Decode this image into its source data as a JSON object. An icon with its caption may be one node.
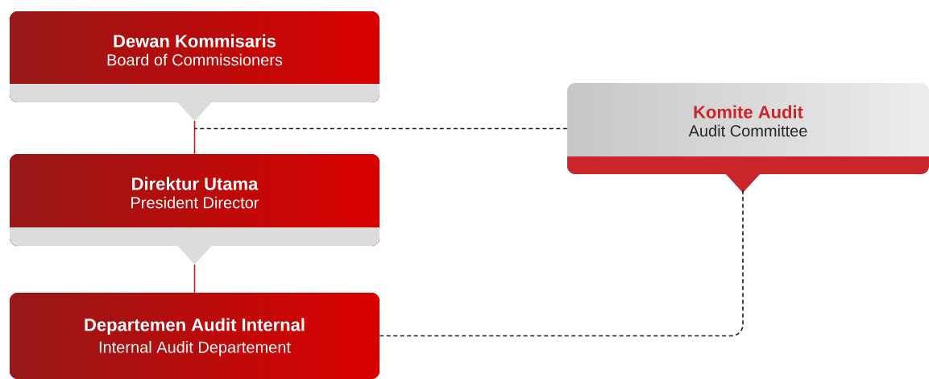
{
  "diagram": {
    "nodes": [
      {
        "text": [
          "Dewan Kommisaris",
          "Board of Commissioners"
        ]
      },
      {
        "text": [
          "Direktur Utama",
          "President Director"
        ]
      },
      {
        "text": [
          "Departemen Audit Internal",
          "Internal Audit Departement"
        ]
      },
      {
        "text": [
          "Komite Audit",
          "Audit Committee"
        ]
      }
    ],
    "edges": [
      {
        "from": 0,
        "to": 1,
        "arrow": "none"
      },
      {
        "from": 1,
        "to": 2,
        "arrow": "none"
      },
      {
        "from": 3,
        "to": 0,
        "arrow": "none",
        "style": "dashed",
        "color": "#1a1a1a"
      },
      {
        "from": 3,
        "to": 2,
        "arrow": "none",
        "style": "dashed",
        "color": "#1a1a1a"
      }
    ]
  }
}
